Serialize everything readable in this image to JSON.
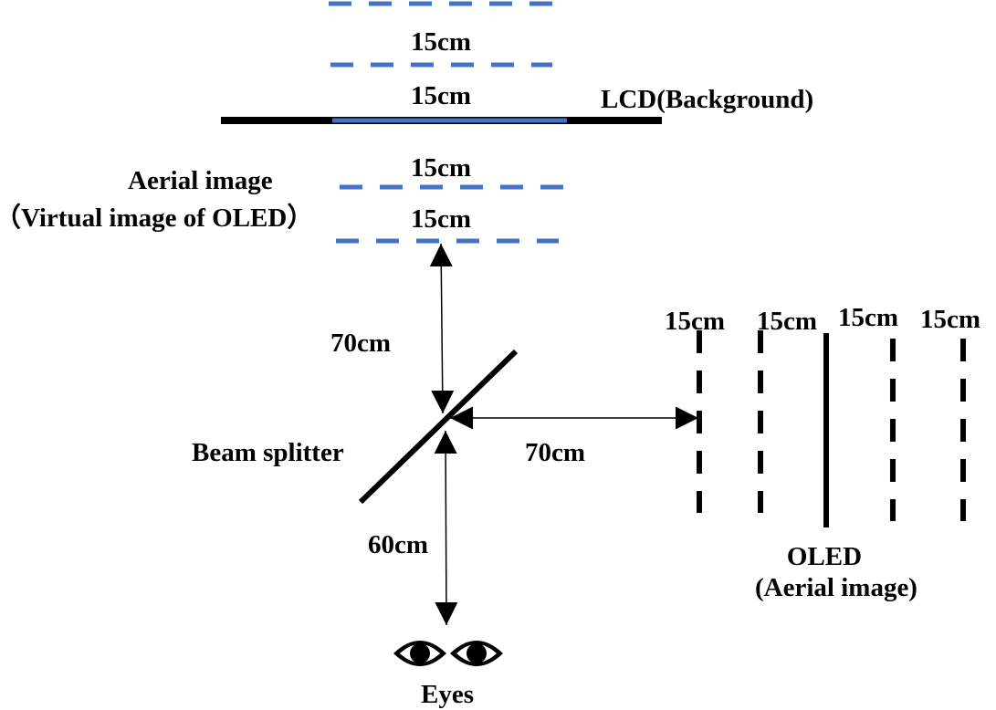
{
  "top_gaps": [
    "15cm",
    "15cm",
    "15cm",
    "15cm"
  ],
  "lcd_label": "LCD(Background)",
  "aerial_label": "Aerial image",
  "aerial_sub": "（Virtual image of OLED）",
  "upper_distance": "70cm",
  "beam_splitter": "Beam splitter",
  "side_distance": "70cm",
  "eye_distance": "60cm",
  "eyes_label": "Eyes",
  "oled_gaps": [
    "15cm",
    "15cm",
    "15cm",
    "15cm"
  ],
  "oled_label": "OLED",
  "oled_sub": "(Aerial image)",
  "colors": {
    "blue": "#4472c4",
    "black": "#000000"
  }
}
